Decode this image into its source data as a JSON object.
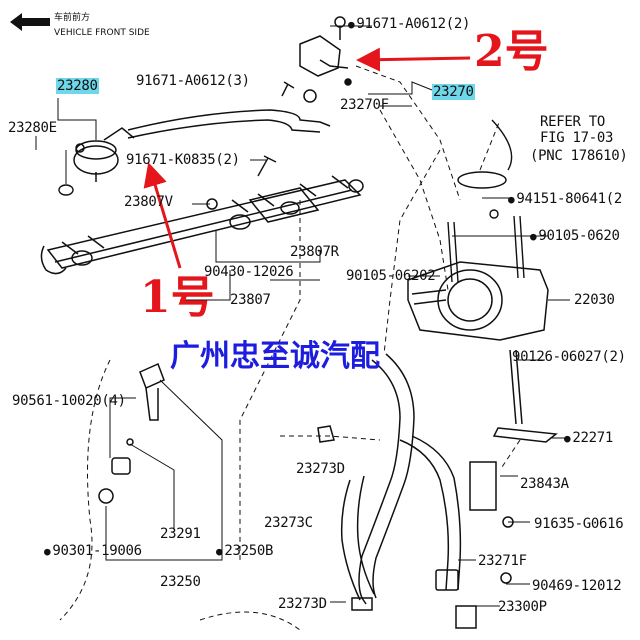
{
  "header": {
    "direction_cn": "车前前方",
    "direction_en": "VEHICLE FRONT SIDE"
  },
  "parts": {
    "p23280": "23280",
    "p91671_a0612_3": "91671-A0612(3)",
    "p23280e": "23280E",
    "p91671_k0835_2": "91671-K0835(2)",
    "p23807v": "23807V",
    "p23807r": "23807R",
    "p90430_12026": "90430-12026",
    "p23807": "23807",
    "p91671_a0612_2": "91671-A0612(2)",
    "p23270f": "23270F",
    "p23270": "23270",
    "refer_line1": "REFER TO",
    "refer_line2": "FIG 17-03",
    "refer_line3": "(PNC 178610)",
    "p94151": "94151-80641(2",
    "p90105_0620": "90105-0620",
    "p90105_06202": "90105-06202",
    "p22030": "22030",
    "p90126": "90126-06027(2)",
    "p22271": "22271",
    "p90561": "90561-10020(4)",
    "p23273d_top": "23273D",
    "p23843a": "23843A",
    "p91635": "91635-G0616",
    "p23291": "23291",
    "p23273c": "23273C",
    "p90301": "90301-19006",
    "p23250b": "23250B",
    "p23271f": "23271F",
    "p23250": "23250",
    "p90469": "90469-12012",
    "p23273d_bottom": "23273D",
    "p23300p": "23300P"
  },
  "callouts": {
    "no1": "1号",
    "no2": "2号"
  },
  "watermark": "广州忠至诚汽配",
  "colors": {
    "highlight": "#6fd7ea",
    "callout_red": "#e4161b",
    "watermark_blue": "#1d1de0"
  }
}
